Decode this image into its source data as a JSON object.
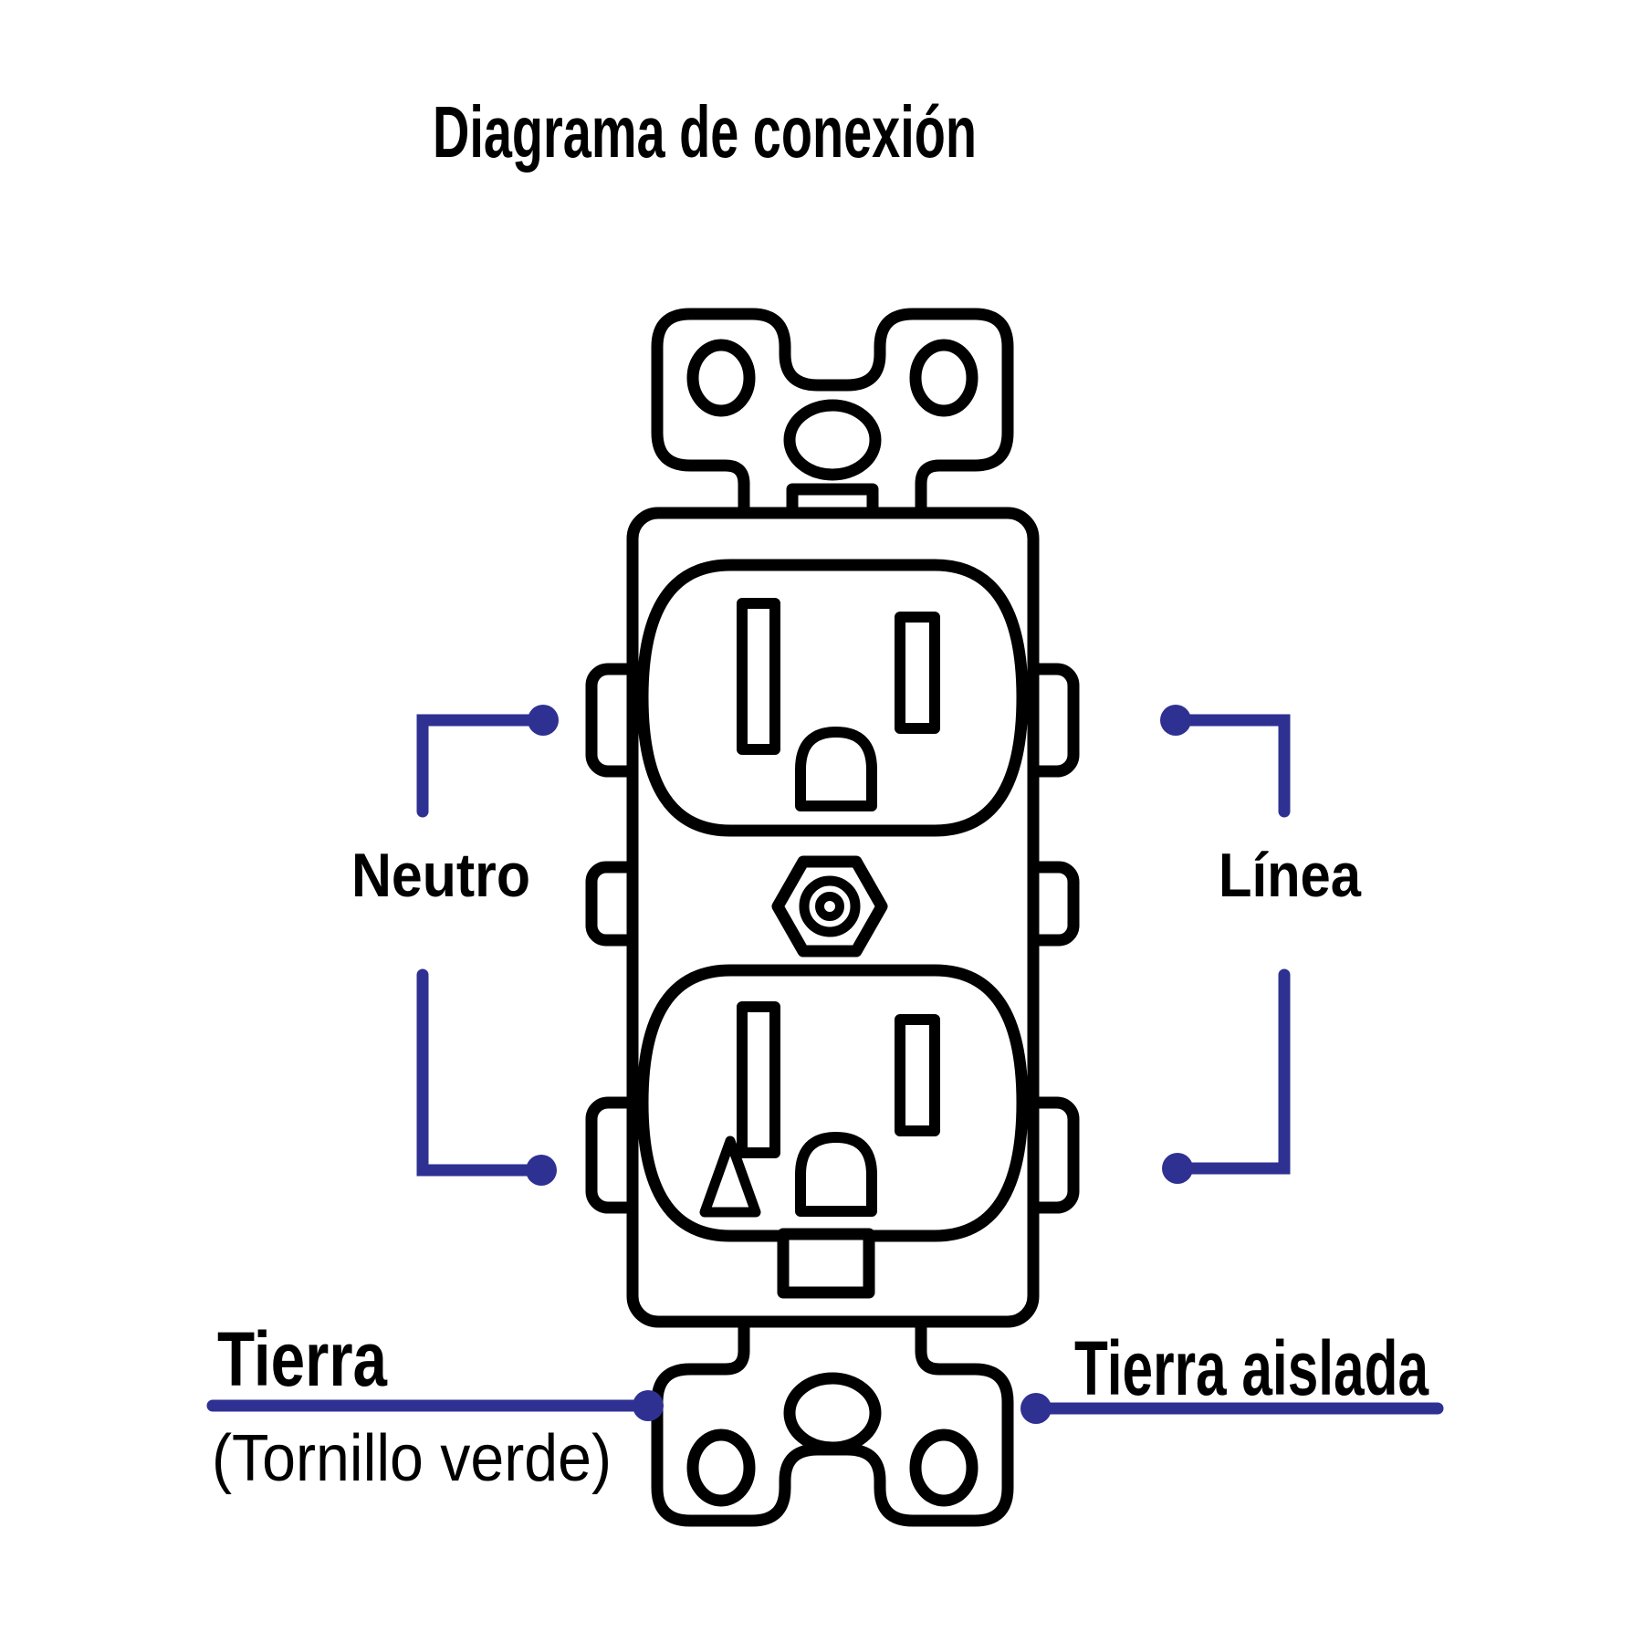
{
  "title": "Diagrama de conexión",
  "figure": {
    "type": "wiring-connection-diagram",
    "subject": "duplex-receptacle",
    "terminals": {
      "neutral_label": "Neutro",
      "line_label": "Línea",
      "ground_label": "Tierra",
      "ground_note": "(Tornillo verde)",
      "isolated_ground_label": "Tierra aislada"
    }
  },
  "colors": {
    "accent_blue": "#2e3192",
    "outline_black": "#000000",
    "background": "#ffffff"
  }
}
